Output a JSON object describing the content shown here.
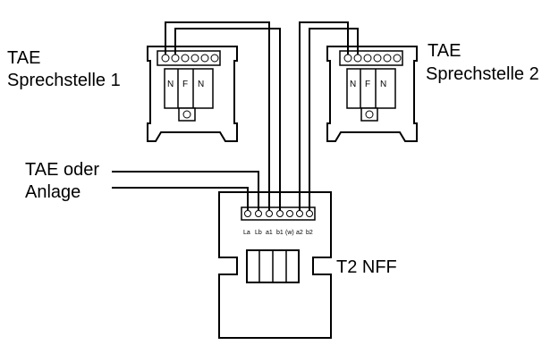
{
  "labels": {
    "socket1_line1": "TAE",
    "socket1_line2": "Sprechstelle 1",
    "socket2_line1": "TAE",
    "socket2_line2": "Sprechstelle 2",
    "input_line1": "TAE oder",
    "input_line2": "Anlage",
    "device": "T2 NFF"
  },
  "socket_codes": [
    "N",
    "F",
    "N"
  ],
  "terminal_labels": [
    "La",
    "Lb",
    "a1",
    "b1",
    "(w)",
    "a2",
    "b2"
  ]
}
